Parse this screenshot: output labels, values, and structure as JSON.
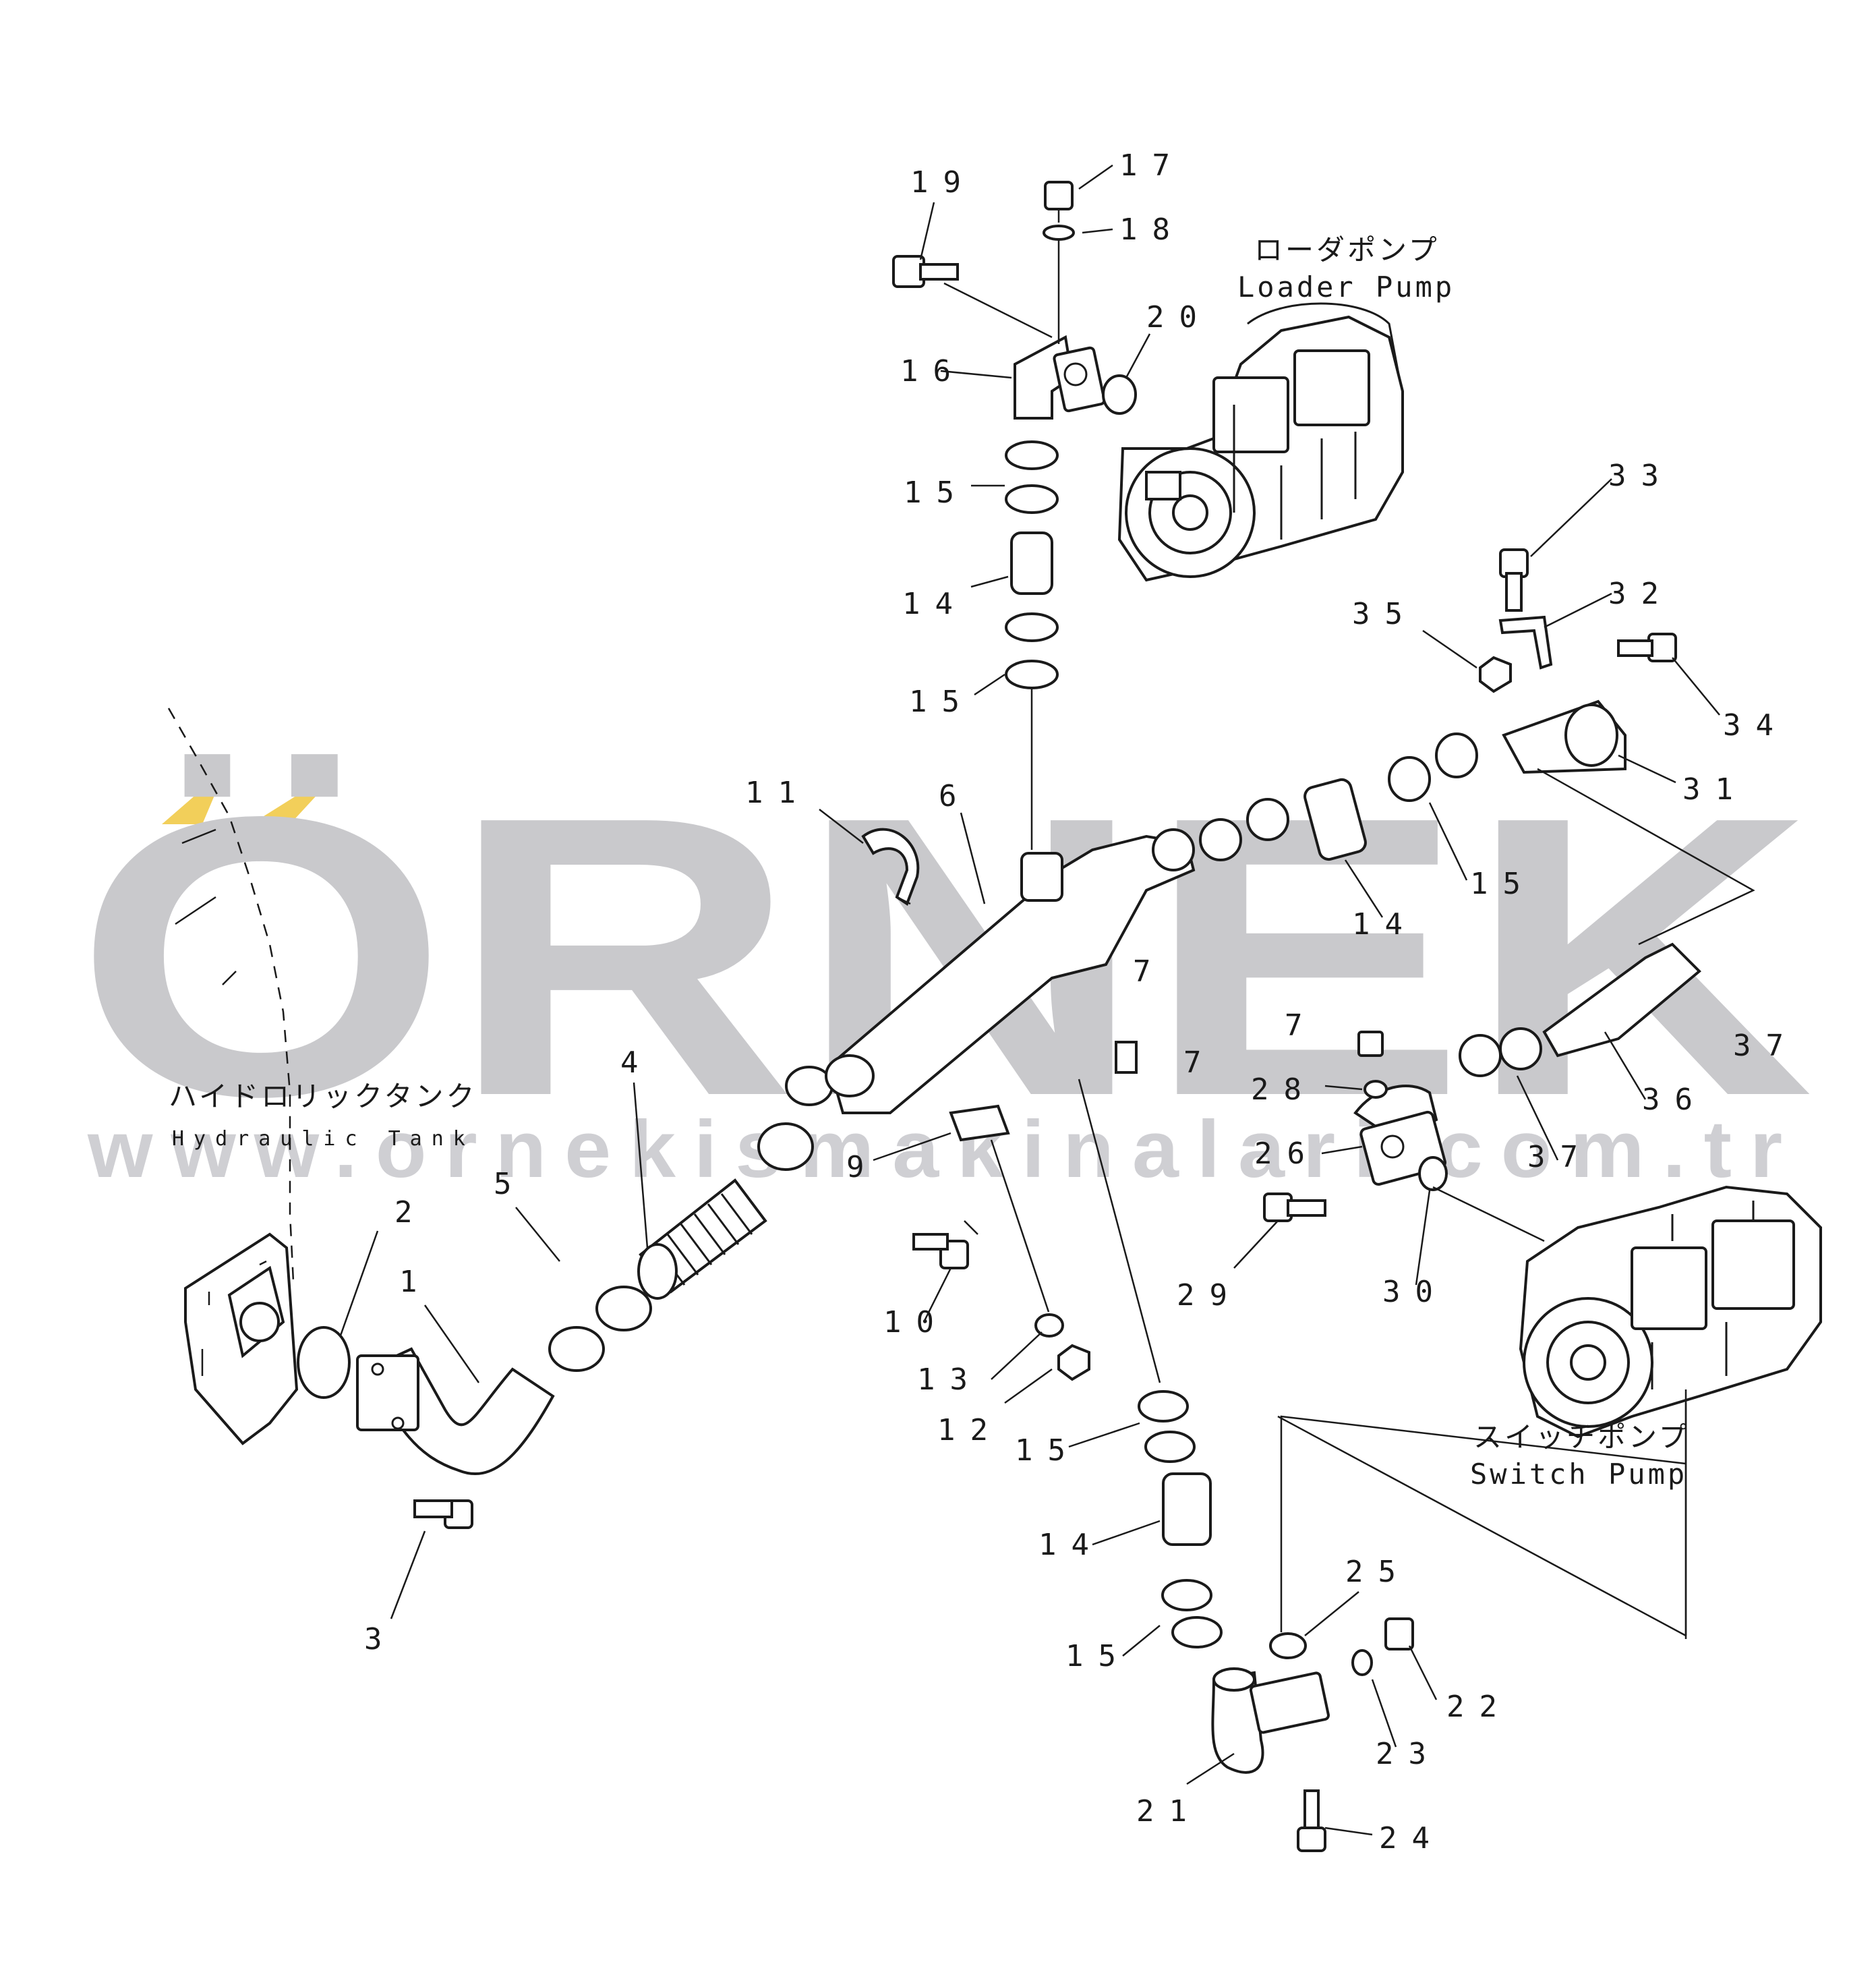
{
  "watermark": {
    "brand": "ÖRNEK",
    "url": "www.ornekismakinalari.com.tr",
    "accent_color": "#f2cf5a",
    "text_color": "#c9c9cc"
  },
  "components": {
    "loader_pump_jp": "ローダポンプ",
    "loader_pump_en": "Loader Pump",
    "switch_pump_jp": "スイッチポンプ",
    "switch_pump_en": "Switch Pump",
    "hydraulic_tank_jp": "ハイドロリックタンク",
    "hydraulic_tank_en": "Hydraulic Tank"
  },
  "callouts": [
    "1",
    "2",
    "3",
    "4",
    "5",
    "6",
    "7",
    "7",
    "7",
    "9",
    "10",
    "11",
    "12",
    "13",
    "14",
    "14",
    "14",
    "15",
    "15",
    "15",
    "15",
    "15",
    "16",
    "17",
    "18",
    "19",
    "20",
    "21",
    "22",
    "23",
    "24",
    "25",
    "26",
    "28",
    "29",
    "30",
    "31",
    "32",
    "33",
    "34",
    "35",
    "36",
    "37",
    "37"
  ]
}
